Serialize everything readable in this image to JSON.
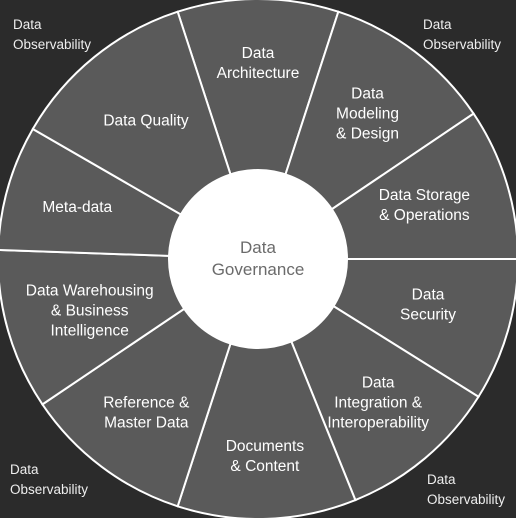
{
  "diagram": {
    "center_label": [
      "Data",
      "Governance"
    ],
    "segments": [
      {
        "lines": [
          "Data",
          "Architecture"
        ]
      },
      {
        "lines": [
          "Data",
          "Modeling",
          "& Design"
        ]
      },
      {
        "lines": [
          "Data Storage",
          "& Operations"
        ]
      },
      {
        "lines": [
          "Data",
          "Security"
        ]
      },
      {
        "lines": [
          "Data",
          "Integration &",
          "Interoperability"
        ]
      },
      {
        "lines": [
          "Documents",
          "& Content"
        ]
      },
      {
        "lines": [
          "Reference &",
          "Master Data"
        ]
      },
      {
        "lines": [
          "Data Warehousing",
          "& Business",
          "Intelligence"
        ]
      },
      {
        "lines": [
          "Meta-data"
        ]
      },
      {
        "lines": [
          "Data Quality"
        ]
      }
    ],
    "corner_labels": {
      "top_left": [
        "Data",
        "Observability"
      ],
      "top_right": [
        "Data",
        "Observability"
      ],
      "bottom_left": [
        "Data",
        "Observability"
      ],
      "bottom_right": [
        "Data",
        "Observability"
      ]
    },
    "colors": {
      "background": "#2b2b2b",
      "segment_fill": "#5a5a5a",
      "divider": "#ffffff",
      "center_fill": "#ffffff",
      "center_text": "#6b6b6b",
      "segment_text": "#ffffff"
    }
  }
}
